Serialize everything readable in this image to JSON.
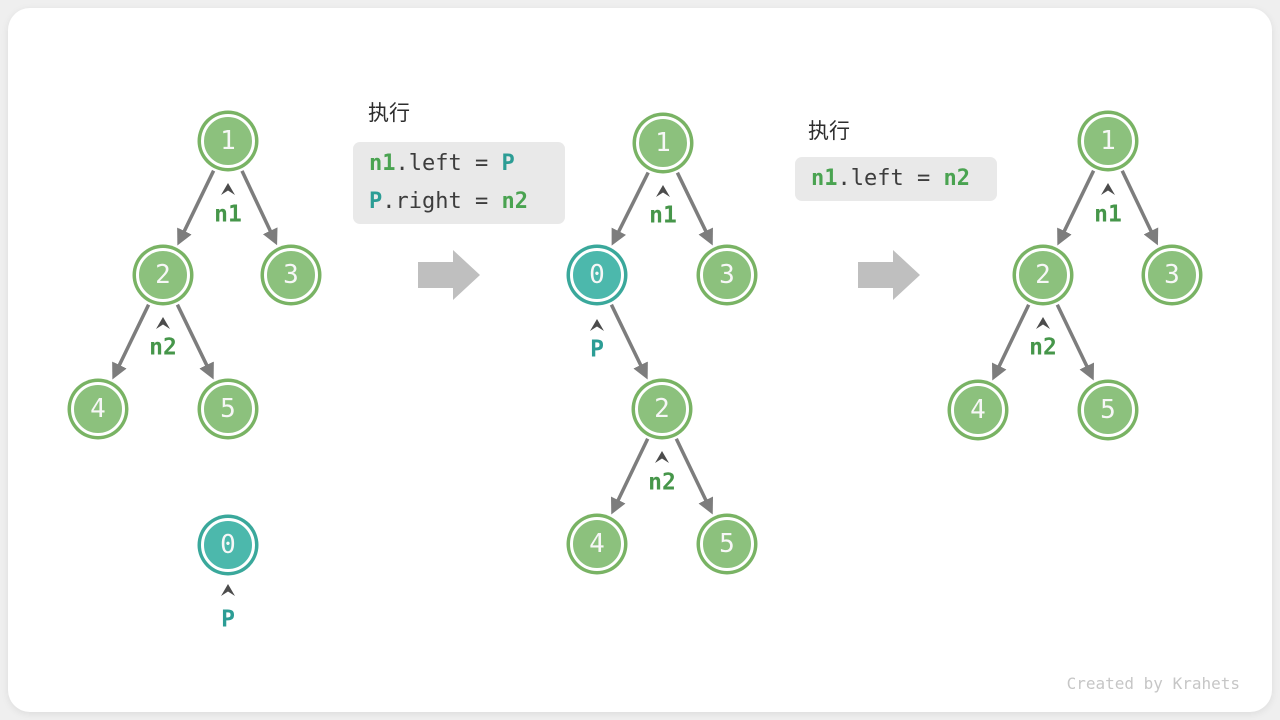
{
  "page": {
    "watermark": "Created by Krahets"
  },
  "colors": {
    "node_green_fill": "#8cc17d",
    "node_green_ring": "#79b364",
    "node_teal_fill": "#4cb8ac",
    "node_teal_ring": "#3aa89b",
    "edge_gray": "#7d7d7d",
    "caret_gray": "#4c4c4c",
    "big_arrow_gray": "#bfbfbf",
    "code_box_bg": "#e9e9e9",
    "code_green": "#4aa351",
    "code_teal": "#2c9d95",
    "label_green": "#46964a",
    "label_teal": "#2c9d95"
  },
  "steps": [
    {
      "title": "执行",
      "code": [
        [
          {
            "t": "n1",
            "c": "green"
          },
          {
            "t": ".left = ",
            "c": "plain"
          },
          {
            "t": "P",
            "c": "teal"
          }
        ],
        [
          {
            "t": "P",
            "c": "teal"
          },
          {
            "t": ".right = ",
            "c": "plain"
          },
          {
            "t": "n2",
            "c": "green"
          }
        ]
      ]
    },
    {
      "title": "执行",
      "code": [
        [
          {
            "t": "n1",
            "c": "green"
          },
          {
            "t": ".left = ",
            "c": "plain"
          },
          {
            "t": "n2",
            "c": "green"
          }
        ]
      ]
    }
  ],
  "trees": [
    {
      "name": "before-insertion",
      "nodes": [
        {
          "value": "1",
          "type": "green"
        },
        {
          "value": "2",
          "type": "green"
        },
        {
          "value": "3",
          "type": "green"
        },
        {
          "value": "4",
          "type": "green"
        },
        {
          "value": "5",
          "type": "green"
        },
        {
          "value": "0",
          "type": "teal",
          "detached": true
        }
      ],
      "edges": [
        [
          "1",
          "2"
        ],
        [
          "1",
          "3"
        ],
        [
          "2",
          "4"
        ],
        [
          "2",
          "5"
        ]
      ],
      "labels": [
        {
          "text": "n1",
          "color": "green",
          "points_to": "1"
        },
        {
          "text": "n2",
          "color": "green",
          "points_to": "2"
        },
        {
          "text": "P",
          "color": "teal",
          "points_to": "0"
        }
      ]
    },
    {
      "name": "after-insertion",
      "nodes": [
        {
          "value": "1",
          "type": "green"
        },
        {
          "value": "0",
          "type": "teal"
        },
        {
          "value": "3",
          "type": "green"
        },
        {
          "value": "2",
          "type": "green"
        },
        {
          "value": "4",
          "type": "green"
        },
        {
          "value": "5",
          "type": "green"
        }
      ],
      "edges": [
        [
          "1",
          "0"
        ],
        [
          "1",
          "3"
        ],
        [
          "0",
          "2"
        ],
        [
          "2",
          "4"
        ],
        [
          "2",
          "5"
        ]
      ],
      "labels": [
        {
          "text": "n1",
          "color": "green",
          "points_to": "1"
        },
        {
          "text": "P",
          "color": "teal",
          "points_to": "0"
        },
        {
          "text": "n2",
          "color": "green",
          "points_to": "2"
        }
      ]
    },
    {
      "name": "after-removal",
      "nodes": [
        {
          "value": "1",
          "type": "green"
        },
        {
          "value": "2",
          "type": "green"
        },
        {
          "value": "3",
          "type": "green"
        },
        {
          "value": "4",
          "type": "green"
        },
        {
          "value": "5",
          "type": "green"
        }
      ],
      "edges": [
        [
          "1",
          "2"
        ],
        [
          "1",
          "3"
        ],
        [
          "2",
          "4"
        ],
        [
          "2",
          "5"
        ]
      ],
      "labels": [
        {
          "text": "n1",
          "color": "green",
          "points_to": "1"
        },
        {
          "text": "n2",
          "color": "green",
          "points_to": "2"
        }
      ]
    }
  ]
}
